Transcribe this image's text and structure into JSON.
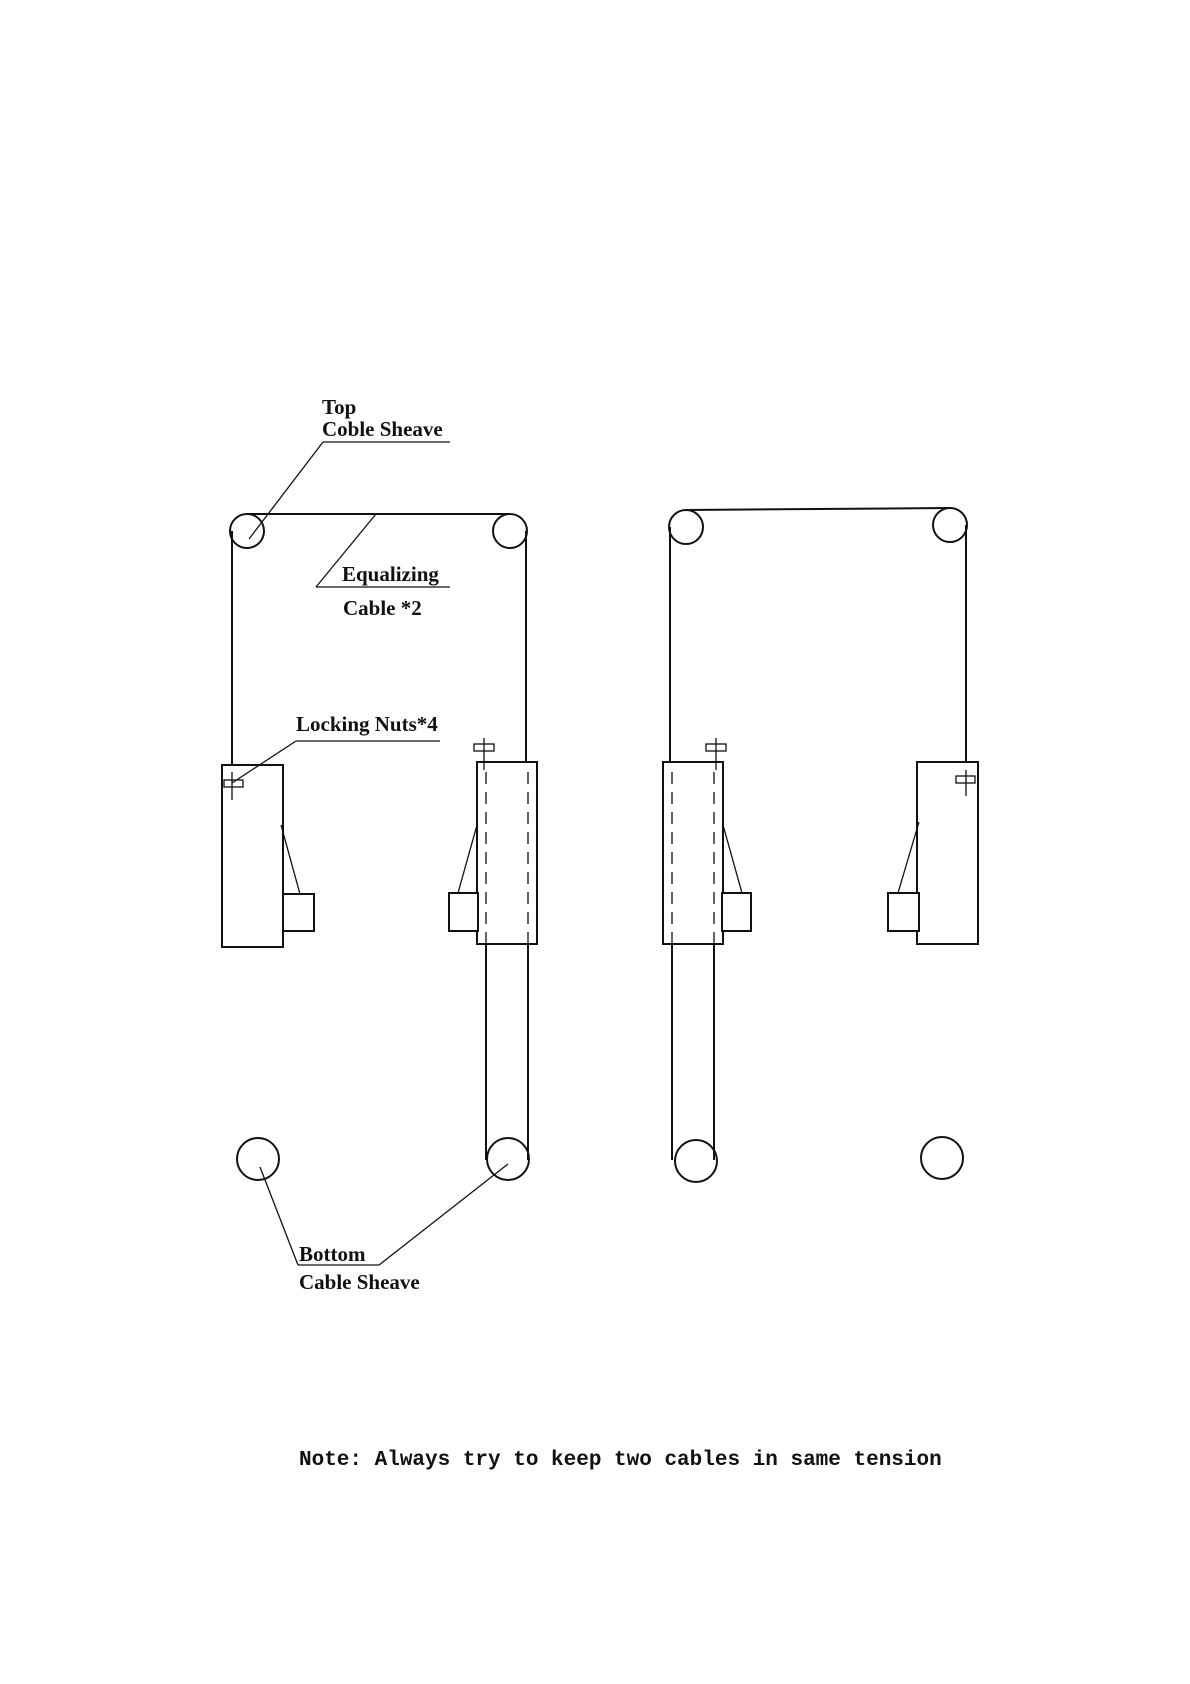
{
  "labels": {
    "top_sheave_line1": "Top",
    "top_sheave_line2": "Coble Sheave",
    "equalizing_line1": "Equalizing",
    "equalizing_line2": "Cable *2",
    "locking_nuts": "Locking Nuts*4",
    "bottom_sheave_line1": "Bottom",
    "bottom_sheave_line2": "Cable Sheave"
  },
  "note": "Note: Always try to keep two cables in same tension"
}
